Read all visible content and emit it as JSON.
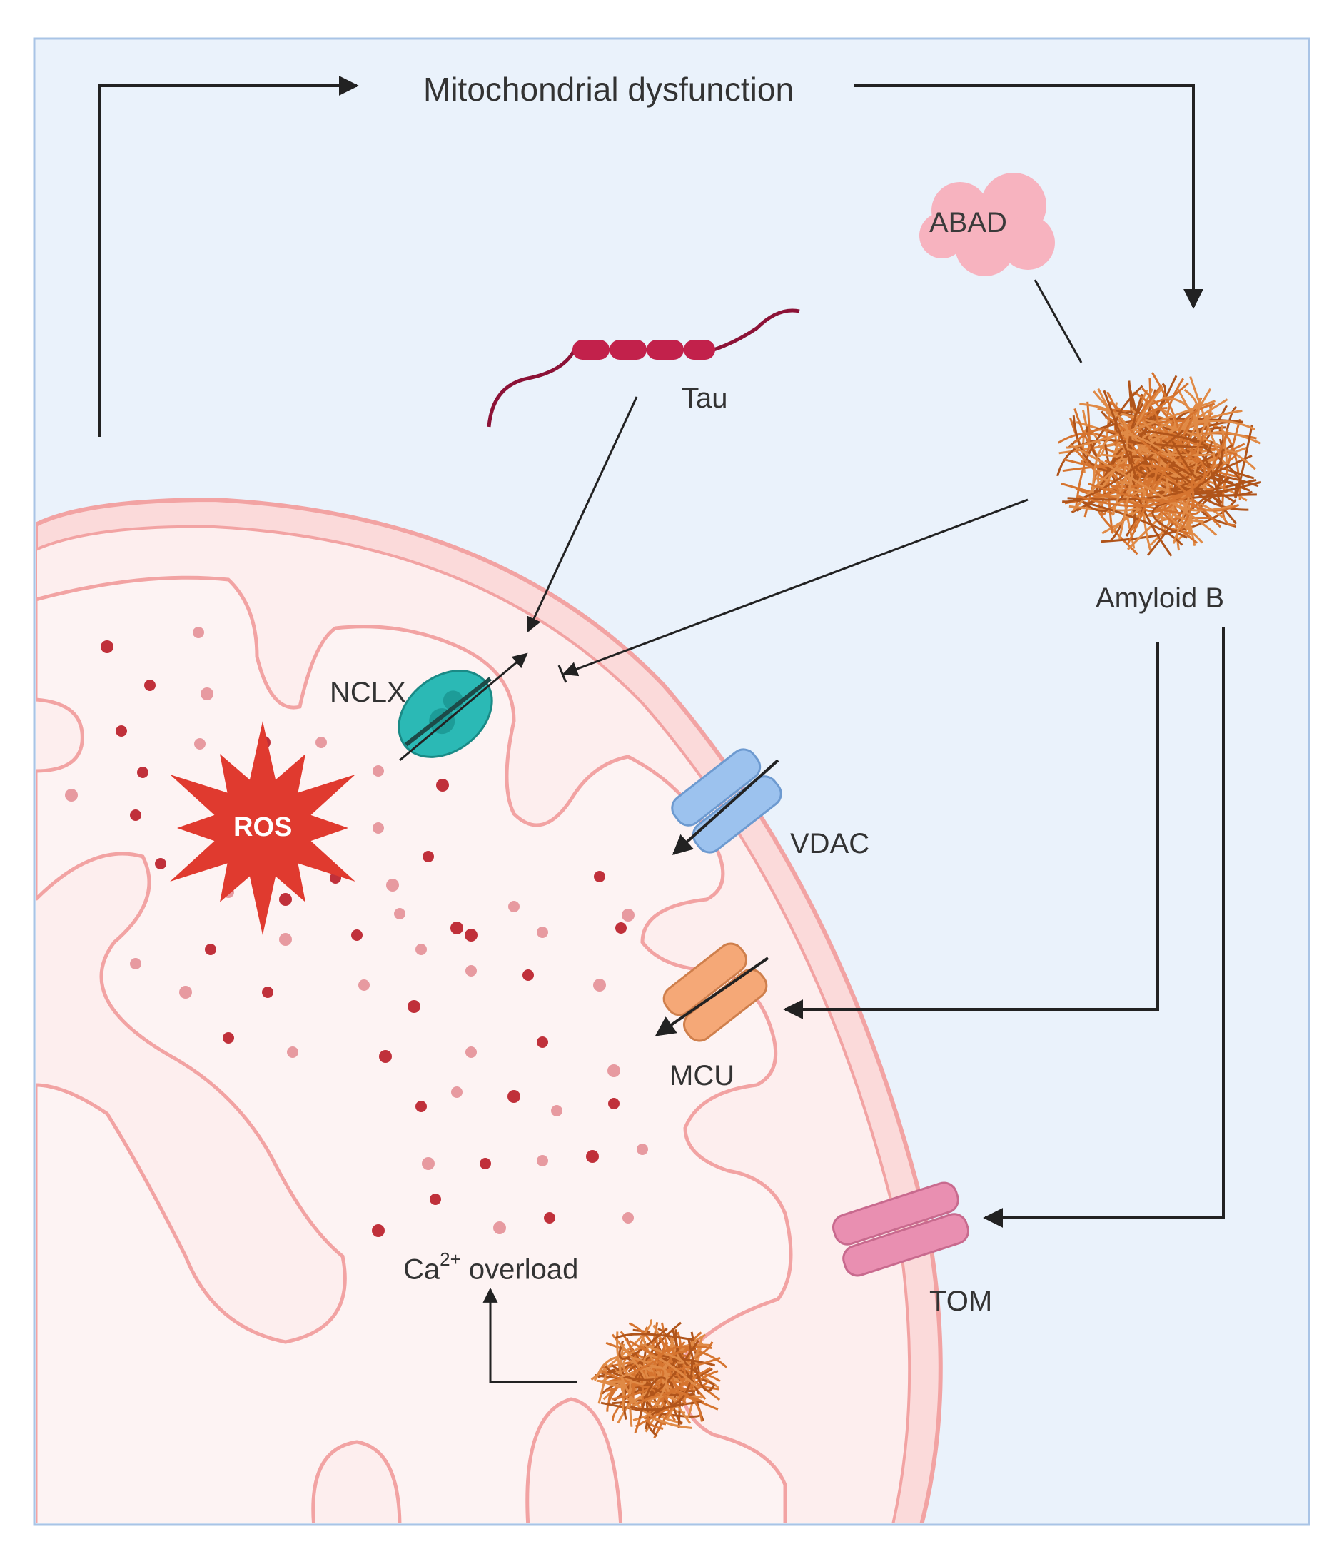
{
  "title": "Mitochondrial dysfunction",
  "labels": {
    "abad": "ABAD",
    "tau": "Tau",
    "amyloid": "Amyloid B",
    "nclx": "NCLX",
    "ros": "ROS",
    "vdac": "VDAC",
    "mcu": "MCU",
    "ca_prefix": "Ca",
    "ca_superscript": "2+",
    "ca_suffix": " overload",
    "tom": "TOM"
  },
  "colors": {
    "background": "#eaf2fb",
    "frame": "#a9c4e6",
    "membrane": "#f2a3a3",
    "matrix": "#fdf3f3",
    "ros": "#e03a2f",
    "nclx": "#2bb9b5",
    "vdac": "#9cc2ee",
    "mcu": "#f5a877",
    "tom": "#e98fb1",
    "abad": "#f7b3bf",
    "amyloid": "#c9621f",
    "tau": "#8c1236",
    "dots": "#c0303a"
  }
}
